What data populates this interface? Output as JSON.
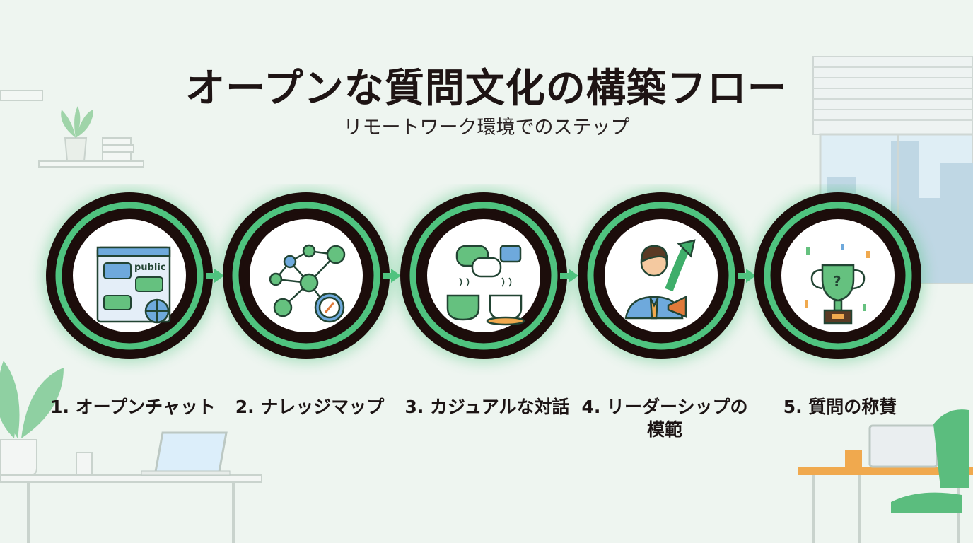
{
  "header": {
    "title": "オープンな質問文化の構築フロー",
    "subtitle": "リモートワーク環境でのステップ"
  },
  "steps": [
    {
      "label": "1. オープンチャット",
      "icon": "public-chat-window-icon",
      "icon_text": "public"
    },
    {
      "label": "2. ナレッジマップ",
      "icon": "knowledge-network-compass-icon"
    },
    {
      "label": "3. カジュアルな対話",
      "icon": "coffee-chat-icon"
    },
    {
      "label": "4. リーダーシップの模範",
      "icon": "leader-megaphone-icon"
    },
    {
      "label": "5. 質問の称賛",
      "icon": "question-trophy-icon"
    }
  ],
  "colors": {
    "accent": "#4fc37f",
    "ring": "#1c0d0b",
    "text": "#1e1414"
  }
}
